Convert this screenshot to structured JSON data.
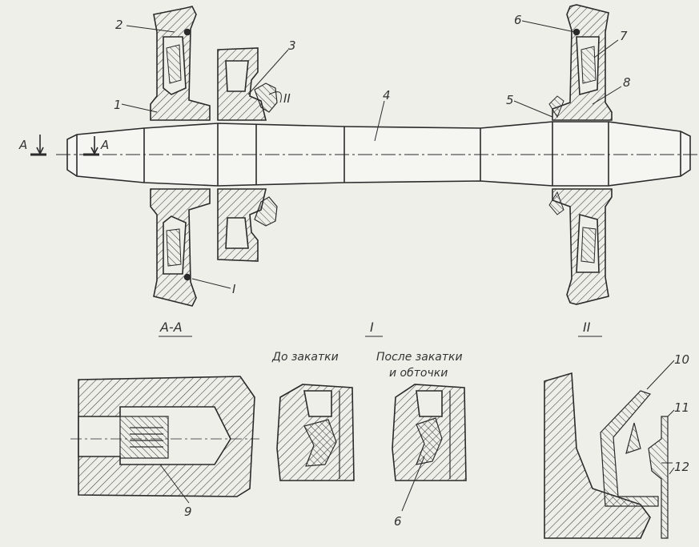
{
  "labels": {
    "n1": "1",
    "n2": "2",
    "n3": "3",
    "n4": "4",
    "n5": "5",
    "n6": "6",
    "n7": "7",
    "n8": "8",
    "n9": "9",
    "n6b": "6",
    "n10": "10",
    "n11": "11",
    "n12": "12",
    "secA1": "A",
    "secA2": "A",
    "markI": "I",
    "markII": "II"
  },
  "captions": {
    "view_aa": "A-A",
    "view_i": "I",
    "view_ii": "II",
    "before_rolling": "До закатки",
    "after_rolling_1": "После закатки",
    "after_rolling_2": "и обточки"
  },
  "colors": {
    "line": "#2a2a2a",
    "hatch": "#3a3a3a",
    "background": "#efefea"
  }
}
